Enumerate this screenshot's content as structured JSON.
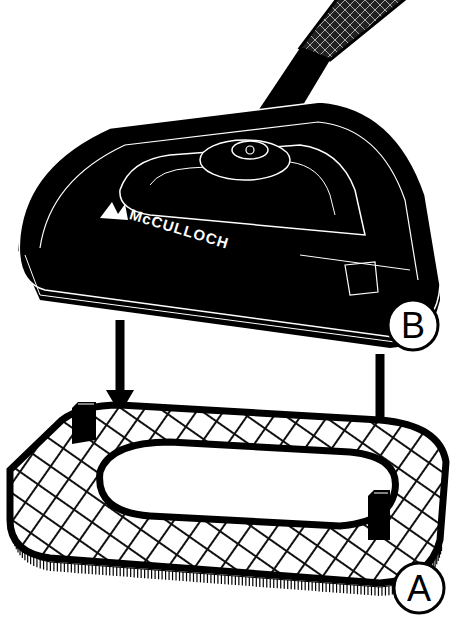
{
  "diagram": {
    "labels": [
      "McCULLOCH",
      "B",
      "A"
    ]
  }
}
